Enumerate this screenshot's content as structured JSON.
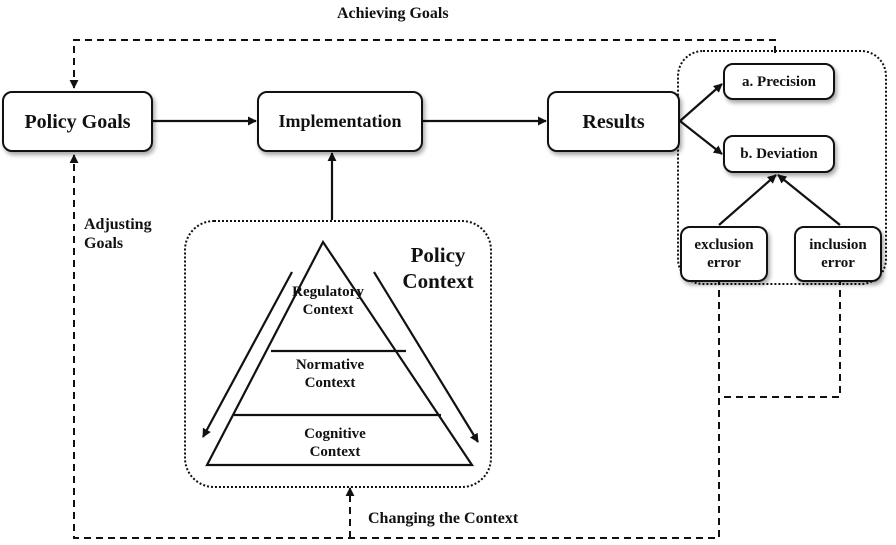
{
  "diagram": {
    "nodes": {
      "policy_goals": "Policy Goals",
      "implementation": "Implementation",
      "results": "Results",
      "precision": "a. Precision",
      "deviation": "b. Deviation",
      "exclusion_error": "exclusion error",
      "inclusion_error": "inclusion error"
    },
    "policy_context": {
      "title": "Policy Context",
      "layers": [
        "Regulatory Context",
        "Normative Context",
        "Cognitive Context"
      ]
    },
    "edge_labels": {
      "achieving_goals": "Achieving Goals",
      "adjusting_goals": "Adjusting Goals",
      "changing_context": "Changing the Context"
    }
  }
}
